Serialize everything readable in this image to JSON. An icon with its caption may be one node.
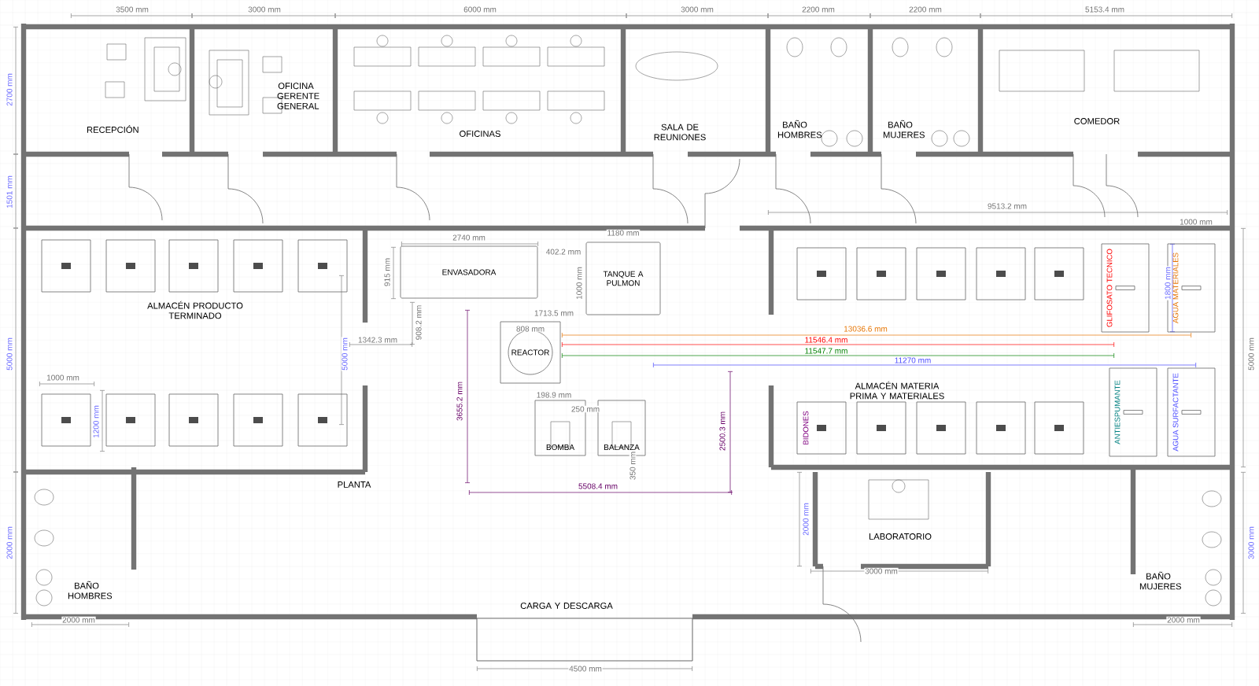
{
  "diagram": {
    "nodes": [
      {
        "text": [
          "RECEPCIÓN"
        ]
      },
      {
        "text": [
          "OFICINA GERENTE GENERAL"
        ]
      },
      {
        "text": [
          "OFICINAS"
        ]
      },
      {
        "text": [
          "SALA DE REUNIONES"
        ]
      },
      {
        "text": [
          "BAÑO HOMBRES"
        ]
      },
      {
        "text": [
          "BAÑO MUJERES"
        ]
      },
      {
        "text": [
          "COMEDOR"
        ]
      },
      {
        "text": [],
        "shape": "box"
      },
      {
        "text": [],
        "shape": "box"
      },
      {
        "text": [],
        "shape": "box"
      },
      {
        "text": [],
        "shape": "box"
      },
      {
        "text": [],
        "shape": "box"
      },
      {
        "text": [
          "ALMACÉN PRODUCTO TERMINADO"
        ]
      },
      {
        "text": [
          "ENVASADORA"
        ]
      },
      {
        "text": [
          "TANQUE A PULMON"
        ]
      },
      {
        "text": [],
        "shape": "box"
      },
      {
        "text": [],
        "shape": "box"
      },
      {
        "text": [],
        "shape": "box"
      },
      {
        "text": [],
        "shape": "box"
      },
      {
        "text": [],
        "shape": "box"
      },
      {
        "text": [
          "GLIFOSATO TECNICO"
        ]
      },
      {
        "text": [
          "AGUA MATERIALES"
        ]
      },
      {
        "text": [
          "REACTOR"
        ]
      },
      {
        "text": [
          "ANTIESPUMANTE"
        ]
      },
      {
        "text": [
          "AGUA SURFACTANTE"
        ]
      },
      {
        "text": [
          "ALMACÉN MATERIA PRIMA Y MATERIALES"
        ]
      },
      {
        "text": [],
        "shape": "box"
      },
      {
        "text": [],
        "shape": "box"
      },
      {
        "text": [],
        "shape": "box"
      },
      {
        "text": [],
        "shape": "box"
      },
      {
        "text": [],
        "shape": "box"
      },
      {
        "text": [
          "BOMBA"
        ]
      },
      {
        "text": [
          "BALANZA"
        ]
      },
      {
        "text": [
          "BIDONES"
        ]
      },
      {
        "text": [],
        "shape": "box"
      },
      {
        "text": [],
        "shape": "box"
      },
      {
        "text": [],
        "shape": "box"
      },
      {
        "text": [],
        "shape": "box"
      },
      {
        "text": [
          "PLANTA"
        ]
      },
      {
        "text": [
          "LABORATORIO"
        ]
      },
      {
        "text": [
          "BAÑO HOMBRES"
        ]
      },
      {
        "text": [
          "CARGA Y DESCARGA"
        ]
      },
      {
        "text": [
          "BAÑO MUJERES"
        ]
      }
    ],
    "labels": [
      "3500 mm",
      "3000 mm",
      "6000 mm",
      "3000 mm",
      "2200 mm",
      "2200 mm",
      "5153.4 mm",
      "2700 mm",
      "1501 mm",
      "5000 mm",
      "9513.2 mm",
      "1000 mm",
      "5000 mm",
      "2740 mm",
      "915 mm",
      "402.2 mm",
      "1180 mm",
      "1000 mm",
      "908.2 mm",
      "1713.5 mm",
      "808 mm",
      "1342.3 mm",
      "5000 mm",
      "1000 mm",
      "1200 mm",
      "3655.2 mm",
      "198.9 mm",
      "250 mm",
      "350 mm",
      "2500.3 mm",
      "5508.4 mm",
      "13036.6 mm",
      "11546.4 mm",
      "11547.7 mm",
      "11270 mm",
      "1800 mm",
      "2000 mm",
      "2000 mm",
      "2000 mm",
      "3000 mm",
      "3000 mm",
      "2000 mm",
      "4500 mm"
    ]
  }
}
